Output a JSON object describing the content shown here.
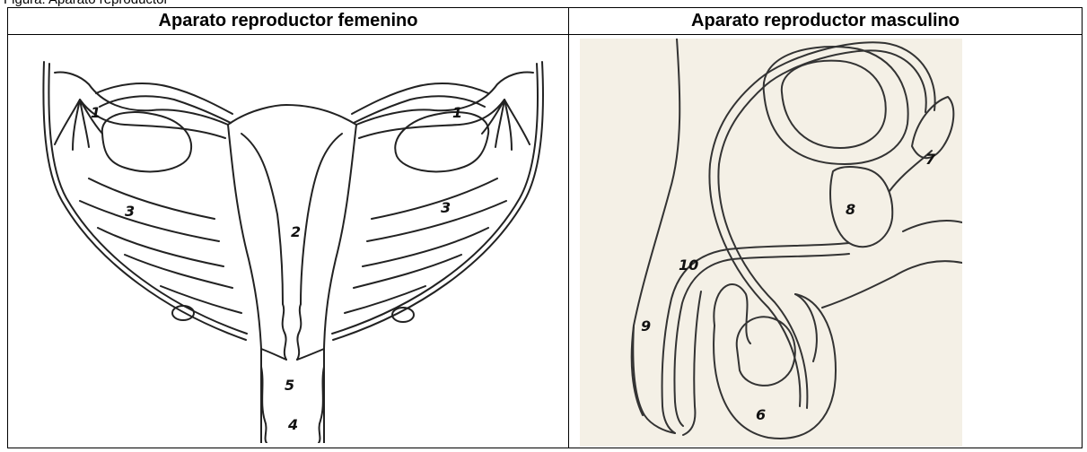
{
  "caption_fragment": "Figura: Aparato reproductor",
  "female": {
    "header": "Aparato reproductor femenino",
    "labels": {
      "l1a": "1",
      "l1b": "1",
      "l2": "2",
      "l3a": "3",
      "l3b": "3",
      "l4": "4",
      "l5": "5"
    }
  },
  "male": {
    "header": "Aparato reproductor masculino",
    "labels": {
      "l6": "6",
      "l7": "7",
      "l8": "8",
      "l9": "9",
      "l10": "10"
    }
  }
}
